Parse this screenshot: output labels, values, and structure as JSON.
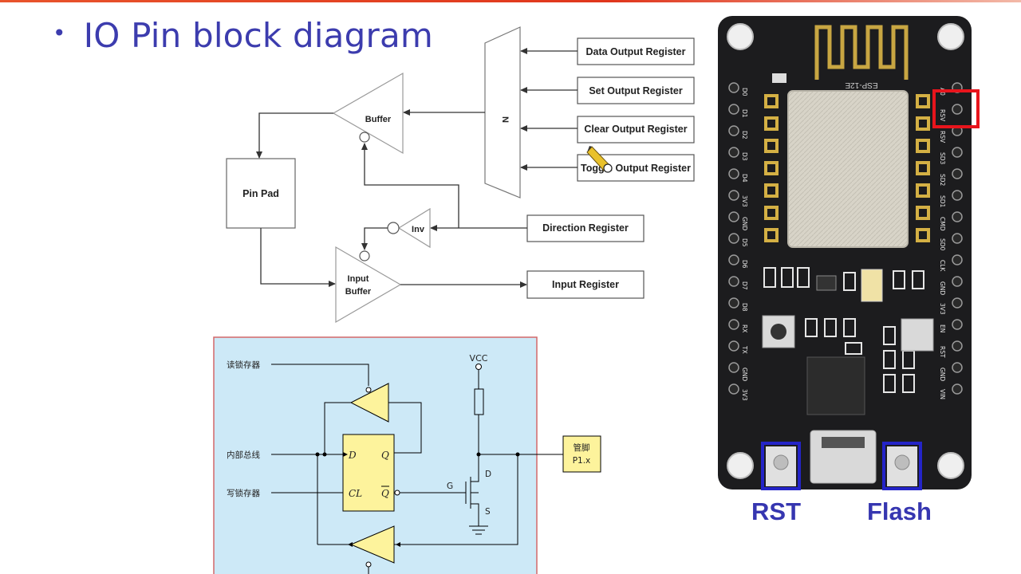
{
  "title": {
    "bullet": "•",
    "text": "IO Pin block diagram"
  },
  "block_diagram": {
    "registers": [
      "Data Output Register",
      "Set Output Register",
      "Clear Output Register",
      "Toggle Output Register"
    ],
    "mux_label": "N",
    "output_buffer_label": "Buffer",
    "pin_pad_label": "Pin Pad",
    "inverter_label": "Inv",
    "direction_register": "Direction Register",
    "input_buffer_label": [
      "Input",
      "Buffer"
    ],
    "input_register": "Input Register"
  },
  "circuit": {
    "read_latch": "读锁存器",
    "internal_bus": "内部总线",
    "write_latch": "写锁存器",
    "vcc": "VCC",
    "ff_d": "D",
    "ff_q": "Q",
    "ff_cl": "CL",
    "ff_qbar": "Q",
    "fet_g": "G",
    "fet_d": "D",
    "fet_s": "S",
    "pin_label": [
      "管脚",
      "P1.x"
    ]
  },
  "board": {
    "left_pins": [
      "D0",
      "D1",
      "D2",
      "D3",
      "D4",
      "3V3",
      "GND",
      "D5",
      "D6",
      "D7",
      "D8",
      "RX",
      "TX",
      "GND",
      "3V3"
    ],
    "right_pins": [
      "A0",
      "RSV",
      "RSV",
      "SD3",
      "SD2",
      "SD1",
      "CMD",
      "SD0",
      "CLK",
      "GND",
      "3V3",
      "EN",
      "RST",
      "GND",
      "VIN"
    ],
    "module_text": "ESP-12E",
    "rst_label": "RST",
    "flash_label": "Flash"
  },
  "colors": {
    "title": "#3c3cae",
    "highlight_red": "#e8141c",
    "highlight_blue": "#2424c8",
    "circuit_bg": "#cde9f7",
    "circuit_border": "#d3686a",
    "gate_fill": "#fdf39c",
    "board": "#1c1c1e",
    "shield": "#d8d4c8"
  }
}
